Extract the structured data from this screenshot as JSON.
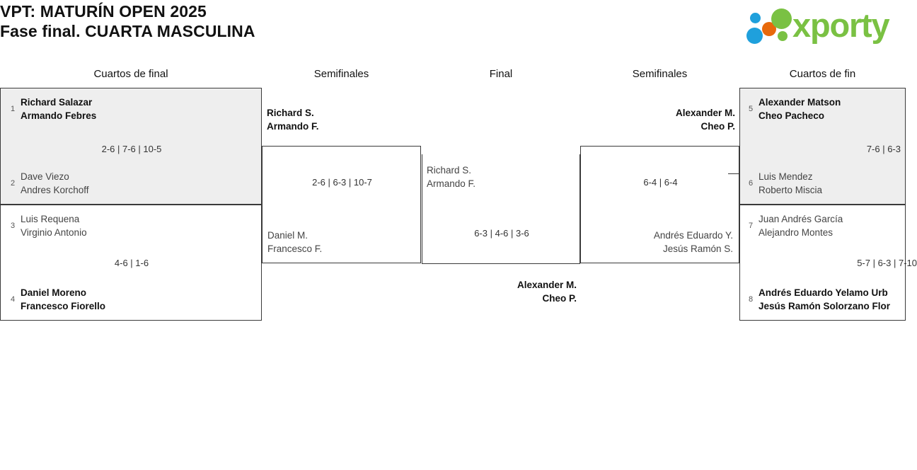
{
  "header": {
    "title_line1": "VPT: MATURÍN OPEN 2025",
    "title_line2": "Fase final. CUARTA MASCULINA",
    "logo_word": "xporty",
    "logo_colors": {
      "green": "#7ac143",
      "blue": "#1fa0dc",
      "orange": "#e8690b"
    }
  },
  "columns": {
    "qf_left": "Cuartos de final",
    "sf_left": "Semifinales",
    "final": "Final",
    "sf_right": "Semifinales",
    "qf_right": "Cuartos de fin"
  },
  "bracket": {
    "qf1": {
      "top": {
        "seed": "1",
        "player1": "Richard Salazar",
        "player2": "Armando Febres",
        "winner": true
      },
      "bottom": {
        "seed": "2",
        "player1": "Dave Viezo",
        "player2": "Andres Korchoff",
        "winner": false
      },
      "score": "2-6 | 7-6 | 10-5"
    },
    "qf2": {
      "top": {
        "seed": "3",
        "player1": "Luis Requena",
        "player2": "Virginio Antonio",
        "winner": false
      },
      "bottom": {
        "seed": "4",
        "player1": "Daniel Moreno",
        "player2": "Francesco Fiorello",
        "winner": true
      },
      "score": "4-6 | 1-6"
    },
    "sf_left": {
      "top": {
        "player1": "Richard S.",
        "player2": "Armando F.",
        "winner": true
      },
      "bottom": {
        "player1": "Daniel M.",
        "player2": "Francesco F.",
        "winner": false
      },
      "score": "2-6 | 6-3 | 10-7"
    },
    "final": {
      "top": {
        "player1": "Richard S.",
        "player2": "Armando F.",
        "winner": false
      },
      "bottom": {
        "player1": "Alexander M.",
        "player2": "Cheo P.",
        "winner": true
      },
      "score": "6-3 | 4-6 | 3-6"
    },
    "sf_right": {
      "top": {
        "player1": "Alexander M.",
        "player2": "Cheo P.",
        "winner": true
      },
      "bottom": {
        "player1": "Andrés Eduardo Y.",
        "player2": "Jesús Ramón S.",
        "winner": false
      },
      "score": "6-4 | 6-4"
    },
    "qf3": {
      "top": {
        "seed": "5",
        "player1": "Alexander Matson",
        "player2": "Cheo Pacheco",
        "winner": true
      },
      "bottom": {
        "seed": "6",
        "player1": "Luis Mendez",
        "player2": "Roberto Miscia",
        "winner": false
      },
      "score": "7-6 | 6-3"
    },
    "qf4": {
      "top": {
        "seed": "7",
        "player1": "Juan Andrés García",
        "player2": "Alejandro Montes",
        "winner": false
      },
      "bottom": {
        "seed": "8",
        "player1": "Andrés Eduardo Yelamo Urb",
        "player2": "Jesús Ramón Solorzano Flor",
        "winner": true
      },
      "score": "5-7 | 6-3 | 7-10"
    }
  }
}
